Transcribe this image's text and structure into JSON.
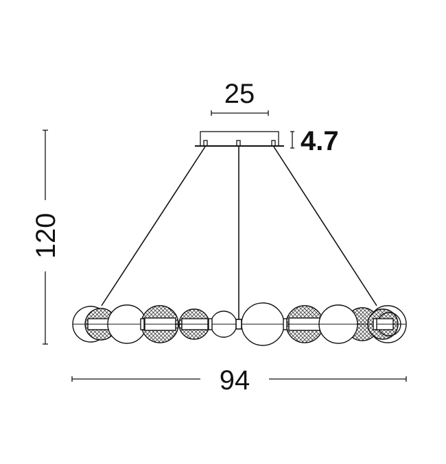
{
  "dimensions": {
    "canopy_width": "25",
    "canopy_height": "4.7",
    "total_height": "120",
    "total_width": "94"
  },
  "colors": {
    "line": "#111111",
    "background": "#ffffff"
  }
}
